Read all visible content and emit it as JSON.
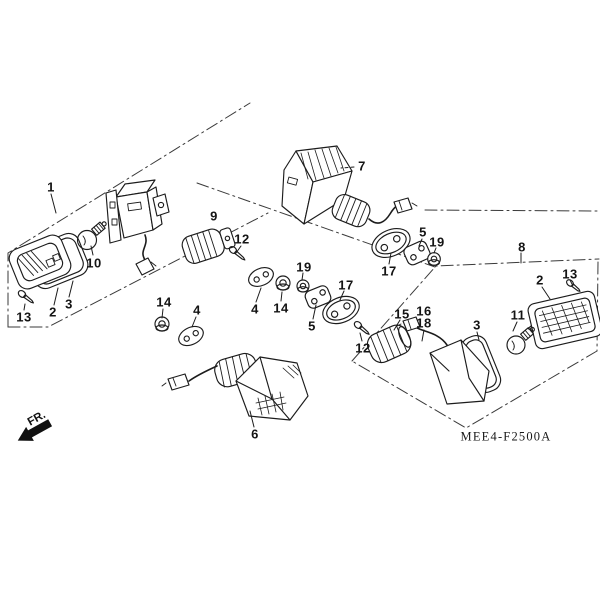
{
  "diagram": {
    "code": "MEE4-F2500A",
    "fr_label": "FR.",
    "callouts": [
      {
        "num": "1"
      },
      {
        "num": "2"
      },
      {
        "num": "3"
      },
      {
        "num": "13"
      },
      {
        "num": "10"
      },
      {
        "num": "9"
      },
      {
        "num": "12"
      },
      {
        "num": "14"
      },
      {
        "num": "4"
      },
      {
        "num": "6"
      },
      {
        "num": "7"
      },
      {
        "num": "17"
      },
      {
        "num": "5"
      },
      {
        "num": "19"
      },
      {
        "num": "4"
      },
      {
        "num": "14"
      },
      {
        "num": "19"
      },
      {
        "num": "5"
      },
      {
        "num": "17"
      },
      {
        "num": "12"
      },
      {
        "num": "8"
      },
      {
        "num": "2"
      },
      {
        "num": "13"
      },
      {
        "num": "11"
      },
      {
        "num": "3"
      },
      {
        "num": "15"
      },
      {
        "num": "16"
      },
      {
        "num": "18"
      }
    ]
  }
}
